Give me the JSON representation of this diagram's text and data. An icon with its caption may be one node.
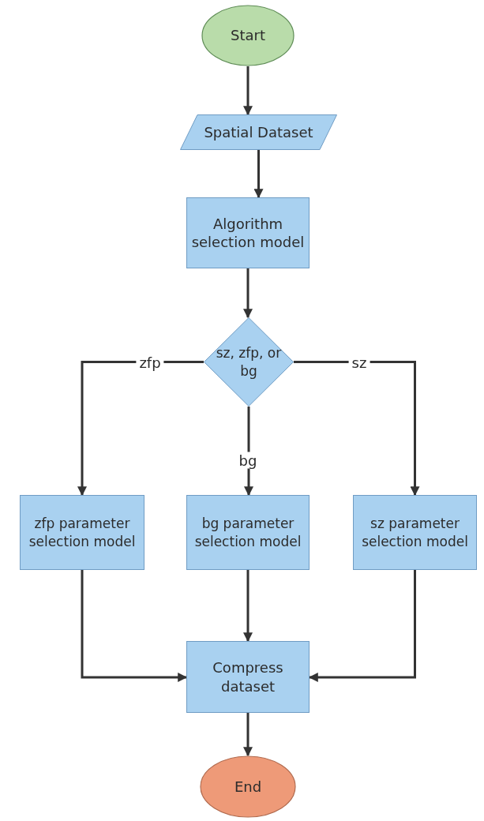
{
  "diagram": {
    "nodes": [
      {
        "text": [
          "Start"
        ]
      },
      {
        "text": [
          "Spatial Dataset"
        ]
      },
      {
        "text": [
          "Algorithm selection model"
        ]
      },
      {
        "text": [
          "sz, zfp, or bg"
        ]
      },
      {
        "text": [
          "zfp parameter selection model"
        ]
      },
      {
        "text": [
          "bg parameter selection model"
        ]
      },
      {
        "text": [
          "sz parameter selection model"
        ]
      },
      {
        "text": [
          "Compress dataset"
        ]
      },
      {
        "text": [
          "End"
        ]
      }
    ],
    "edges": [
      {
        "from": 0,
        "to": 1,
        "arrow": "to"
      },
      {
        "from": 1,
        "to": 2,
        "arrow": "to"
      },
      {
        "from": 2,
        "to": 3,
        "arrow": "to"
      },
      {
        "from": 3,
        "to": 4,
        "arrow": "to",
        "label": "zfp"
      },
      {
        "from": 3,
        "to": 5,
        "arrow": "to",
        "label": "bg"
      },
      {
        "from": 3,
        "to": 6,
        "arrow": "to",
        "label": "sz"
      },
      {
        "from": 4,
        "to": 7,
        "arrow": "to"
      },
      {
        "from": 5,
        "to": 7,
        "arrow": "to"
      },
      {
        "from": 6,
        "to": 7,
        "arrow": "to"
      },
      {
        "from": 7,
        "to": 8,
        "arrow": "to"
      }
    ]
  }
}
